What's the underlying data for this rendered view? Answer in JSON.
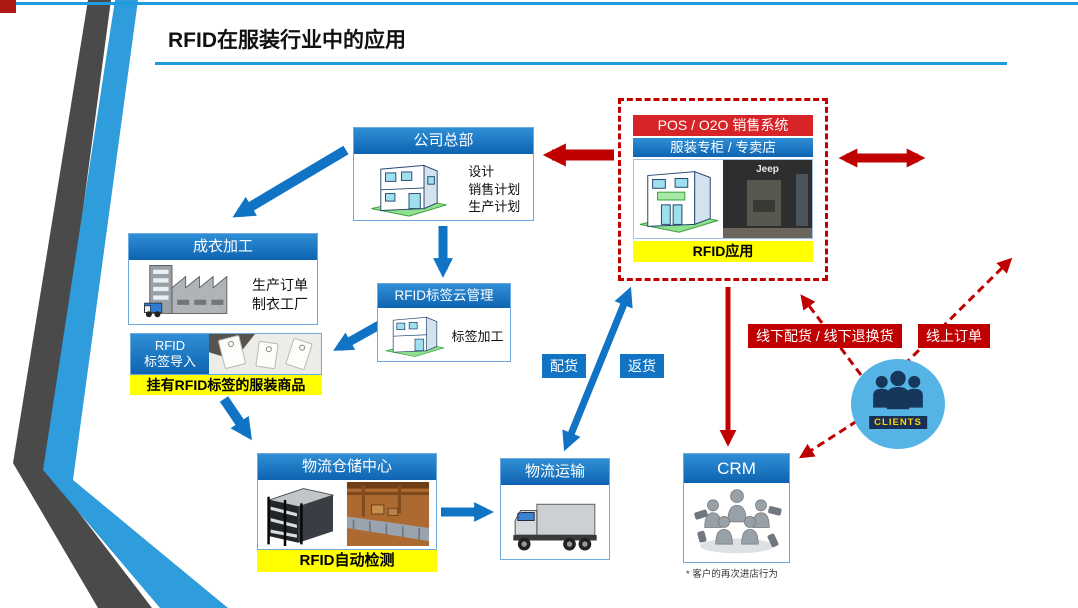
{
  "page": {
    "title": "RFID在服装行业中的应用"
  },
  "nodes": {
    "hq": {
      "title": "公司总部",
      "lines": [
        "设计",
        "销售计划",
        "生产计划"
      ]
    },
    "garment": {
      "title": "成衣加工",
      "lines": [
        "生产订单",
        "制衣工厂"
      ]
    },
    "cloud": {
      "title": "RFID标签云管理",
      "lines": [
        "标签加工"
      ]
    },
    "tag_import": {
      "title_lines": [
        "RFID",
        "标签导入"
      ],
      "caption": "挂有RFID标签的服装商品"
    },
    "warehouse": {
      "title": "物流仓储中心",
      "caption": "RFID自动检测"
    },
    "transport": {
      "title": "物流运输"
    },
    "crm": {
      "title": "CRM",
      "footnote": "* 客户的再次进店行为"
    },
    "pos": {
      "header": "POS / O2O 销售系统",
      "subheader": "服装专柜 / 专卖店",
      "caption": "RFID应用",
      "store_sign": "Jeep"
    }
  },
  "labels": {
    "dispatch": "配货",
    "returns": "返货",
    "offline_flow": "线下配货 / 线下退换货",
    "online_order": "线上订单",
    "clients": "CLIENTS"
  },
  "colors": {
    "accent_blue": "#1173C4",
    "light_blue_line": "#1B9DDD",
    "dark_red": "#C00000",
    "pos_red": "#D62428",
    "yellow": "#FFFF00",
    "stripe_gray": "#4A4A4A",
    "stripe_blue": "#2F9CDB",
    "clients_circle": "#55B4E5"
  }
}
